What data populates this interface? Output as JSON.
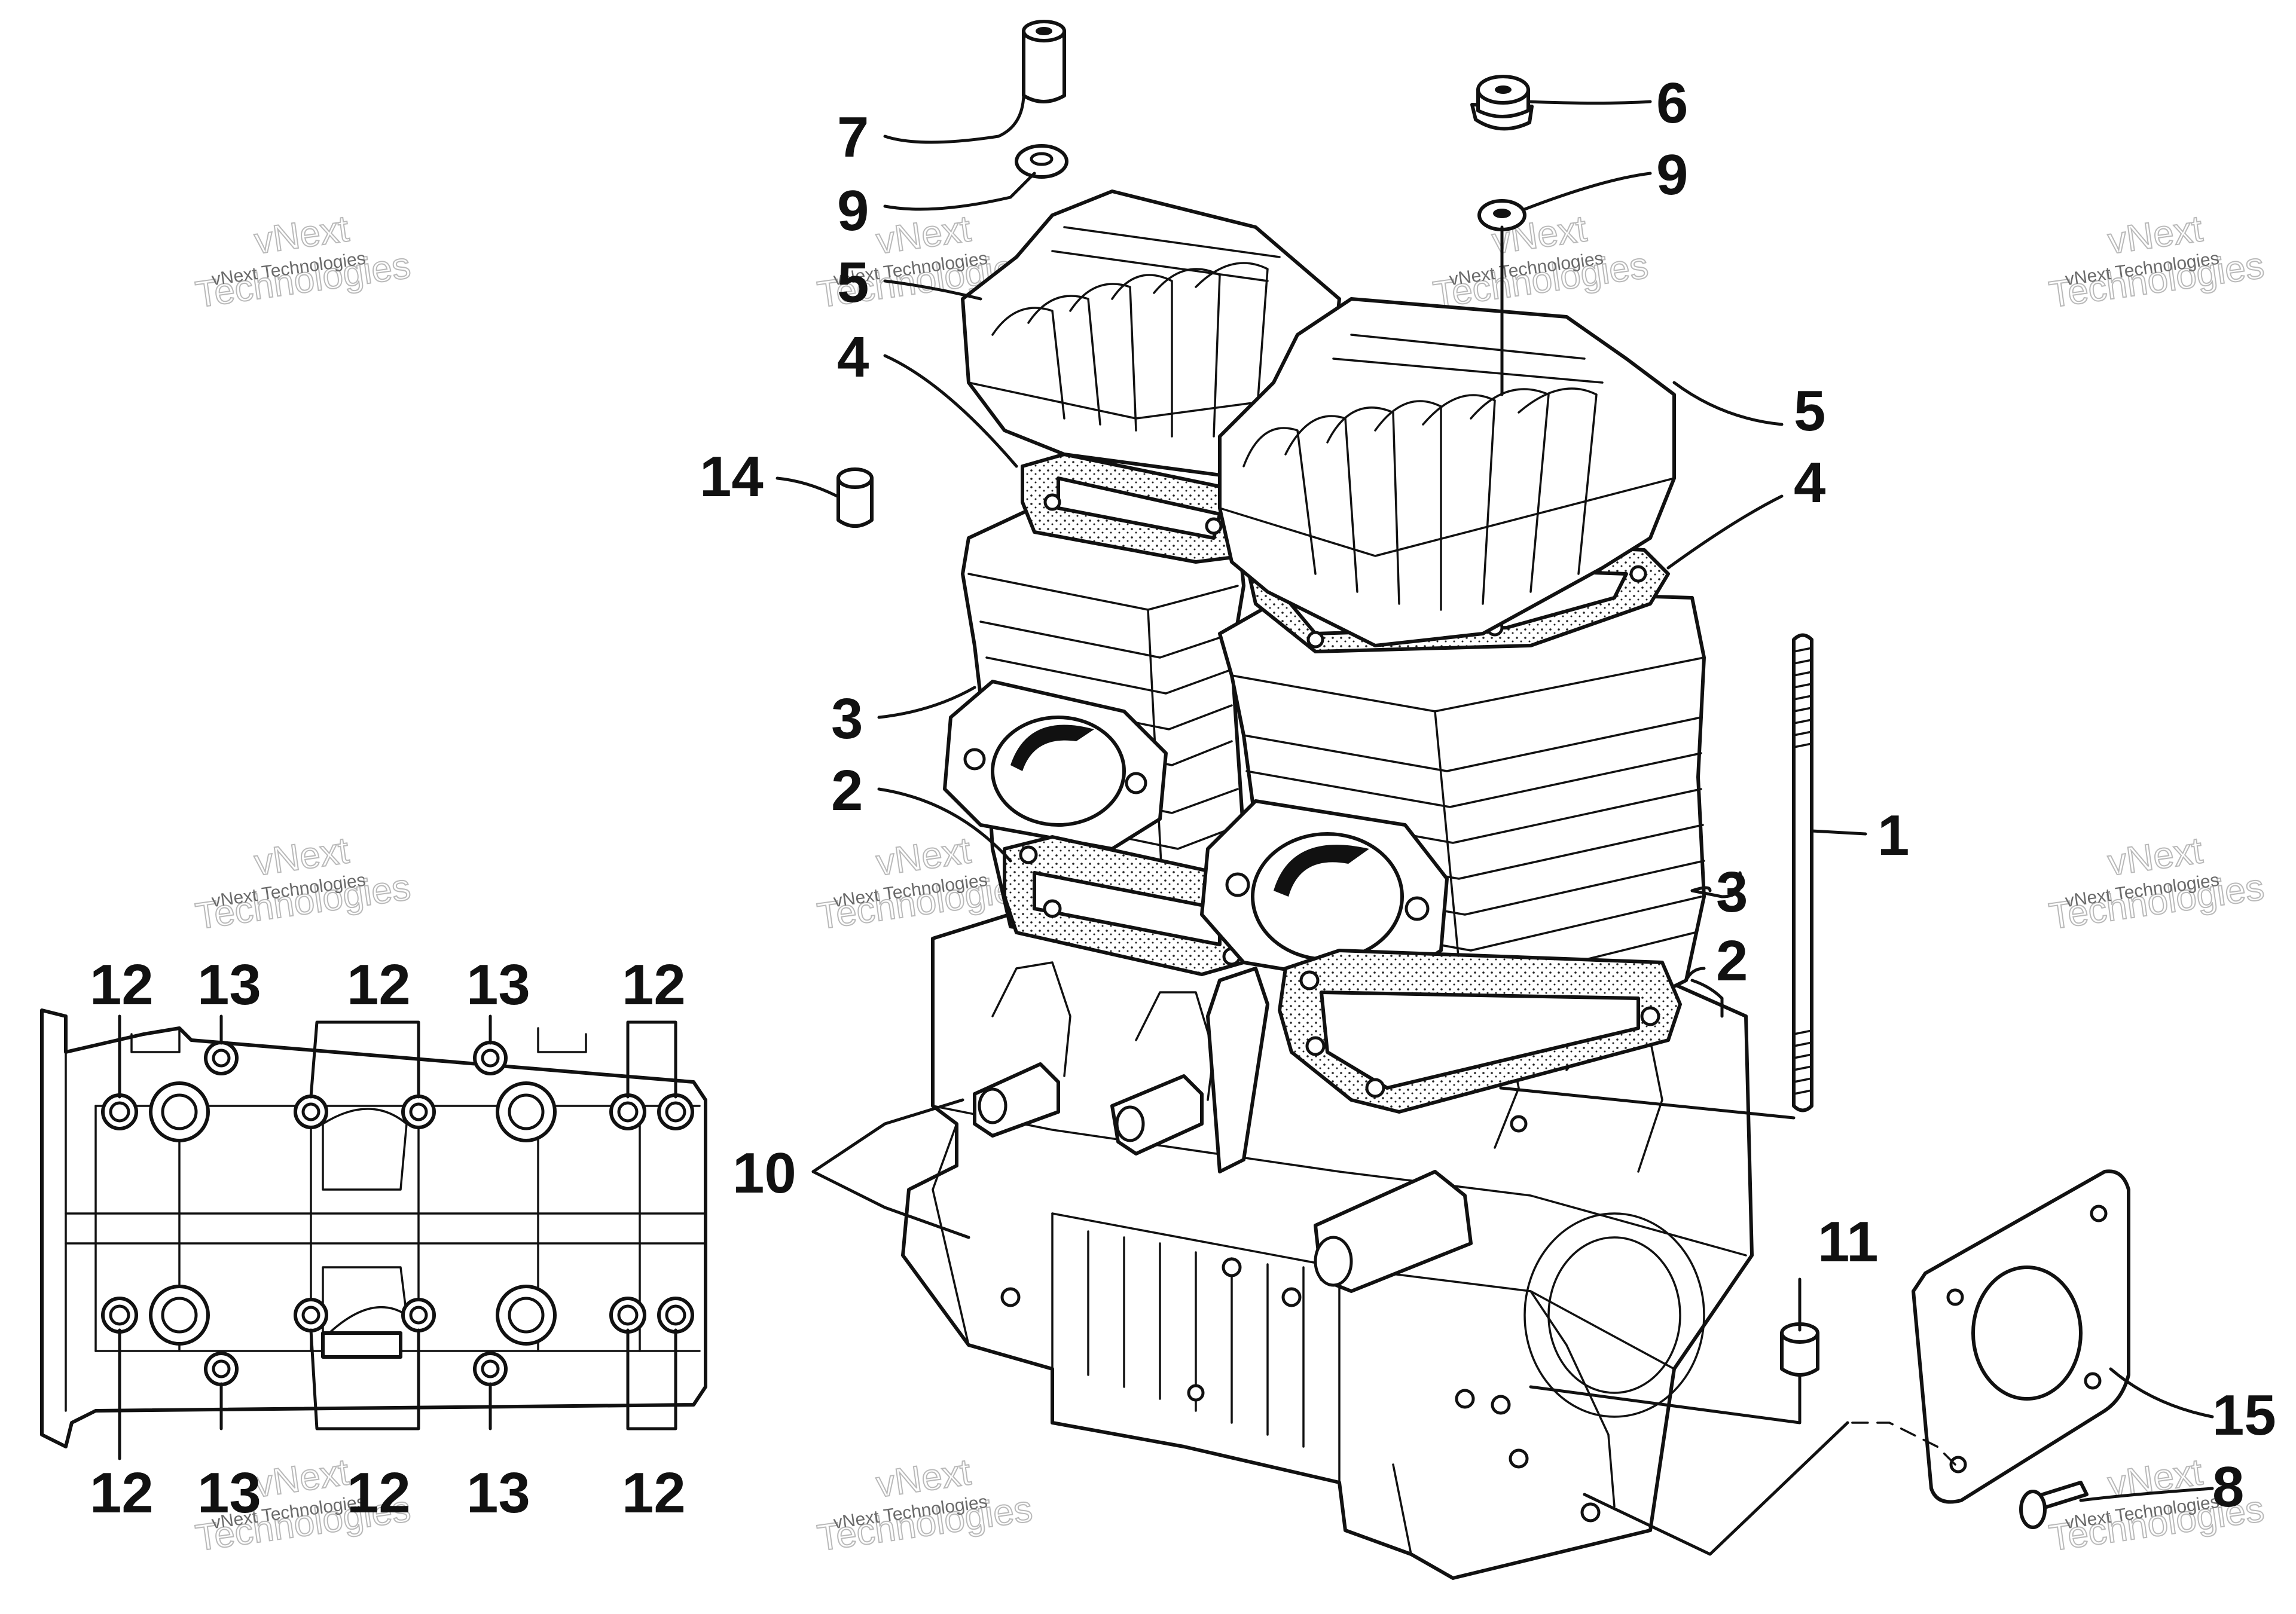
{
  "diagram": {
    "watermark": {
      "line1": "vNext",
      "line2": "Technologies",
      "caption": "vNext Technologies"
    },
    "callouts": [
      {
        "id": "c7",
        "text": "7"
      },
      {
        "id": "c9a",
        "text": "9"
      },
      {
        "id": "c5a",
        "text": "5"
      },
      {
        "id": "c4a",
        "text": "4"
      },
      {
        "id": "c14",
        "text": "14"
      },
      {
        "id": "c3a",
        "text": "3"
      },
      {
        "id": "c2a",
        "text": "2"
      },
      {
        "id": "c10",
        "text": "10"
      },
      {
        "id": "c6",
        "text": "6"
      },
      {
        "id": "c9b",
        "text": "9"
      },
      {
        "id": "c5b",
        "text": "5"
      },
      {
        "id": "c4b",
        "text": "4"
      },
      {
        "id": "c1",
        "text": "1"
      },
      {
        "id": "c3b",
        "text": "3"
      },
      {
        "id": "c2b",
        "text": "2"
      },
      {
        "id": "c11",
        "text": "11"
      },
      {
        "id": "c15",
        "text": "15"
      },
      {
        "id": "c8",
        "text": "8"
      }
    ],
    "inset_callouts": {
      "top": [
        "12",
        "13",
        "12",
        "13",
        "12"
      ],
      "bottom": [
        "12",
        "13",
        "12",
        "13",
        "12"
      ]
    }
  }
}
